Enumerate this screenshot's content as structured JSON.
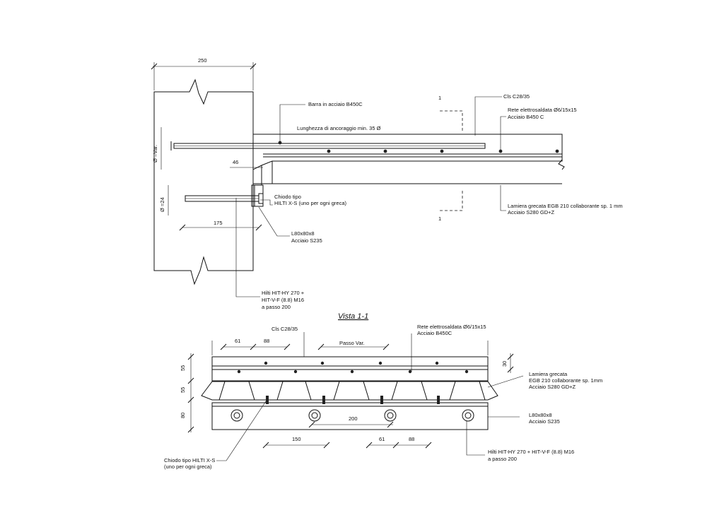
{
  "section": {
    "dims": {
      "wall_width": "250",
      "phi_var": "Ø =Var.",
      "length_46": "46",
      "phi_24": "Ø =24",
      "anchor_len": "175"
    },
    "labels": {
      "bar": "Barra in acciaio B450C",
      "anchorage": "Lunghezza di ancoraggio min. 35 Ø",
      "cls": "Cls C28/35",
      "mesh_line1": "Rete elettrosaldata Ø6/15x15",
      "mesh_line2": "Acciaio B450 C",
      "nail_line1": "Chiodo  tipo",
      "nail_line2": "HILTI X-S (uno per ogni greca)",
      "deck_line1": "Lamiera grecata EGB 210 collaborante sp. 1 mm",
      "deck_line2": "Acciaio S280 GD+Z",
      "angle_line1": "L80x80x8",
      "angle_line2": "Acciaio S235",
      "hilti_line1": "Hilti HIT-HY 270 +",
      "hilti_line2": "HIT-V-F (8.8) M16",
      "hilti_line3": "a passo 200",
      "cut_top": "1",
      "cut_bottom": "1"
    }
  },
  "view": {
    "title": "Vista 1-1",
    "dims": {
      "d61_top": "61",
      "d88_top": "88",
      "passo": "Passo Var.",
      "h55_a": "55",
      "h55_b": "55",
      "h80": "80",
      "h30": "30",
      "d200": "200",
      "d150": "150",
      "d61_bot": "61",
      "d88_bot": "88"
    },
    "labels": {
      "cls": "Cls C28/35",
      "mesh_line1": "Rete elettrosaldata  Ø6/15x15",
      "mesh_line2": "Acciaio B450C",
      "deck_line1": "Lamiera grecata",
      "deck_line2": "EGB 210 collaborante sp. 1mm",
      "deck_line3": "Acciaio S280 GD+Z",
      "angle_line1": "L80x80x8",
      "angle_line2": "Acciaio S235",
      "hilti_line1": "Hilti HIT-HY 270 + HIT-V-F (8.8) M16",
      "hilti_line2": "a passo 200",
      "nail_line1": "Chiodo tipo HILTI X-S",
      "nail_line2": "(uno per ogni greca)"
    }
  }
}
